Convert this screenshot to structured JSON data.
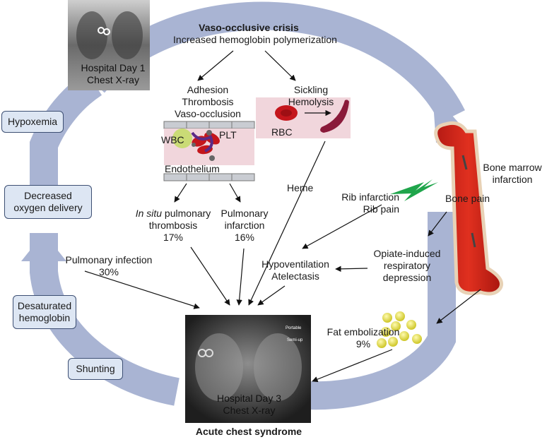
{
  "cycle": {
    "hypoxemia": "Hypoxemia",
    "decreased_oxygen_delivery": [
      "Decreased",
      "oxygen delivery"
    ],
    "desaturated_hemoglobin": [
      "Desaturated",
      "hemoglobin"
    ],
    "shunting": "Shunting"
  },
  "xray_top": {
    "line1": "Hospital Day 1",
    "line2": "Chest X-ray"
  },
  "xray_bottom": {
    "line1": "Hospital Day 3",
    "line2": "Chest X-ray",
    "tag1": "Portable",
    "tag2": "Semi-up"
  },
  "crisis": {
    "title": "Vaso-occlusive crisis",
    "subtitle": "Increased hemoglobin polymerization"
  },
  "adhesion": [
    "Adhesion",
    "Thrombosis",
    "Vaso-occlusion"
  ],
  "sickling": [
    "Sickling",
    "Hemolysis"
  ],
  "cells": {
    "wbc": "WBC",
    "plt": "PLT",
    "endothelium": "Endothelium",
    "rbc": "RBC"
  },
  "heme": "Heme",
  "thrombosis": {
    "italic": "In situ",
    "rest": " pulmonary",
    "line2": "thrombosis",
    "pct": "17%"
  },
  "infarction": {
    "line1": "Pulmonary",
    "line2": "infarction",
    "pct": "16%"
  },
  "infection": {
    "line1": "Pulmonary infection",
    "pct": "30%"
  },
  "rib": [
    "Rib infarction",
    "Rib pain"
  ],
  "bone_marrow": [
    "Bone marrow",
    "infarction"
  ],
  "bone_pain": "Bone pain",
  "opiate": [
    "Opiate-induced",
    "respiratory",
    "depression"
  ],
  "hypoventilation": [
    "Hypoventilation",
    "Atelectasis"
  ],
  "fat": {
    "line1": "Fat embolization",
    "pct": "9%"
  },
  "outcome": "Acute chest syndrome",
  "colors": {
    "ring": "#a9b4d3",
    "ring_edge": "#8893b8",
    "box_fill": "#dde6f3",
    "rbc": "#c4161c",
    "lightning": "#1fa54b",
    "bone": "#d7261b",
    "fat": "#e3df2a"
  }
}
